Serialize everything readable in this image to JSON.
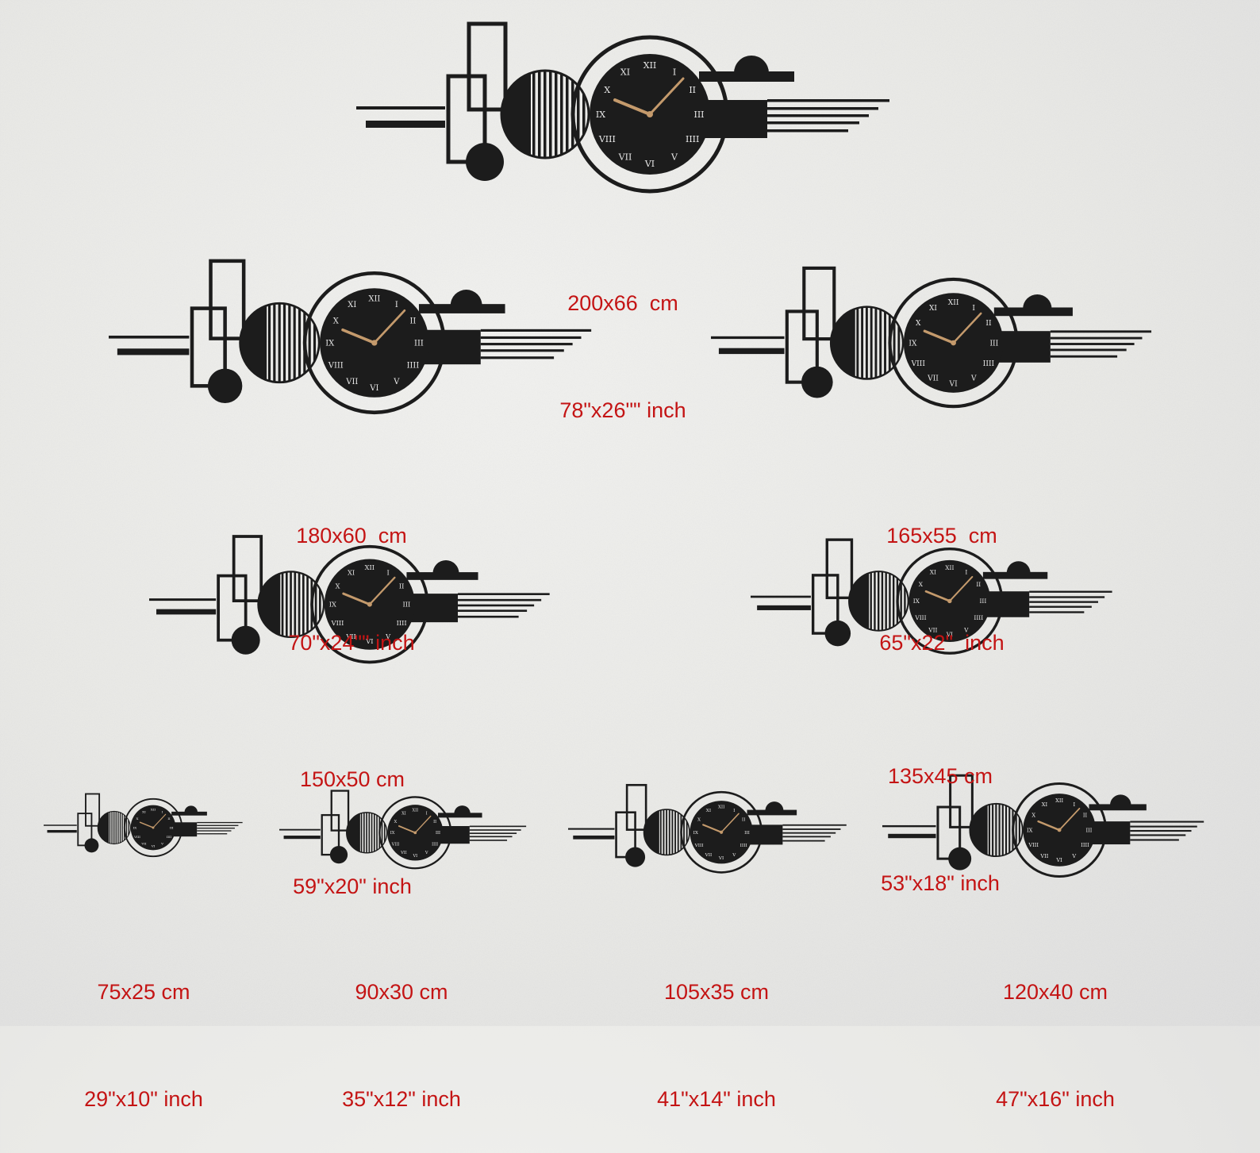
{
  "colors": {
    "label": "#c41414",
    "clock_metal": "#1c1c1c",
    "clock_hands": "#c49a6c",
    "numerals": "#e8e8e8",
    "wall": "#e9e9e6"
  },
  "clock_numerals": [
    "XII",
    "I",
    "II",
    "III",
    "IIII",
    "V",
    "VI",
    "VII",
    "VIII",
    "IX",
    "X",
    "XI"
  ],
  "sizes": [
    {
      "id": "200x66",
      "cm": "200x66  cm",
      "inch": "78\"x26\"\" inch"
    },
    {
      "id": "180x60",
      "cm": "180x60  cm",
      "inch": "70\"x24\"\" inch"
    },
    {
      "id": "165x55",
      "cm": "165x55  cm",
      "inch": "65\"x22\"  inch"
    },
    {
      "id": "150x50",
      "cm": "150x50 cm",
      "inch": "59\"x20\" inch"
    },
    {
      "id": "135x45",
      "cm": "135x45 cm",
      "inch": "53\"x18\" inch"
    },
    {
      "id": "75x25",
      "cm": "75x25 cm",
      "inch": "29\"x10\" inch"
    },
    {
      "id": "90x30",
      "cm": "90x30 cm",
      "inch": "35\"x12\" inch"
    },
    {
      "id": "105x35",
      "cm": "105x35 cm",
      "inch": "41\"x14\" inch"
    },
    {
      "id": "120x40",
      "cm": "120x40 cm",
      "inch": "47\"x16\" inch"
    }
  ]
}
